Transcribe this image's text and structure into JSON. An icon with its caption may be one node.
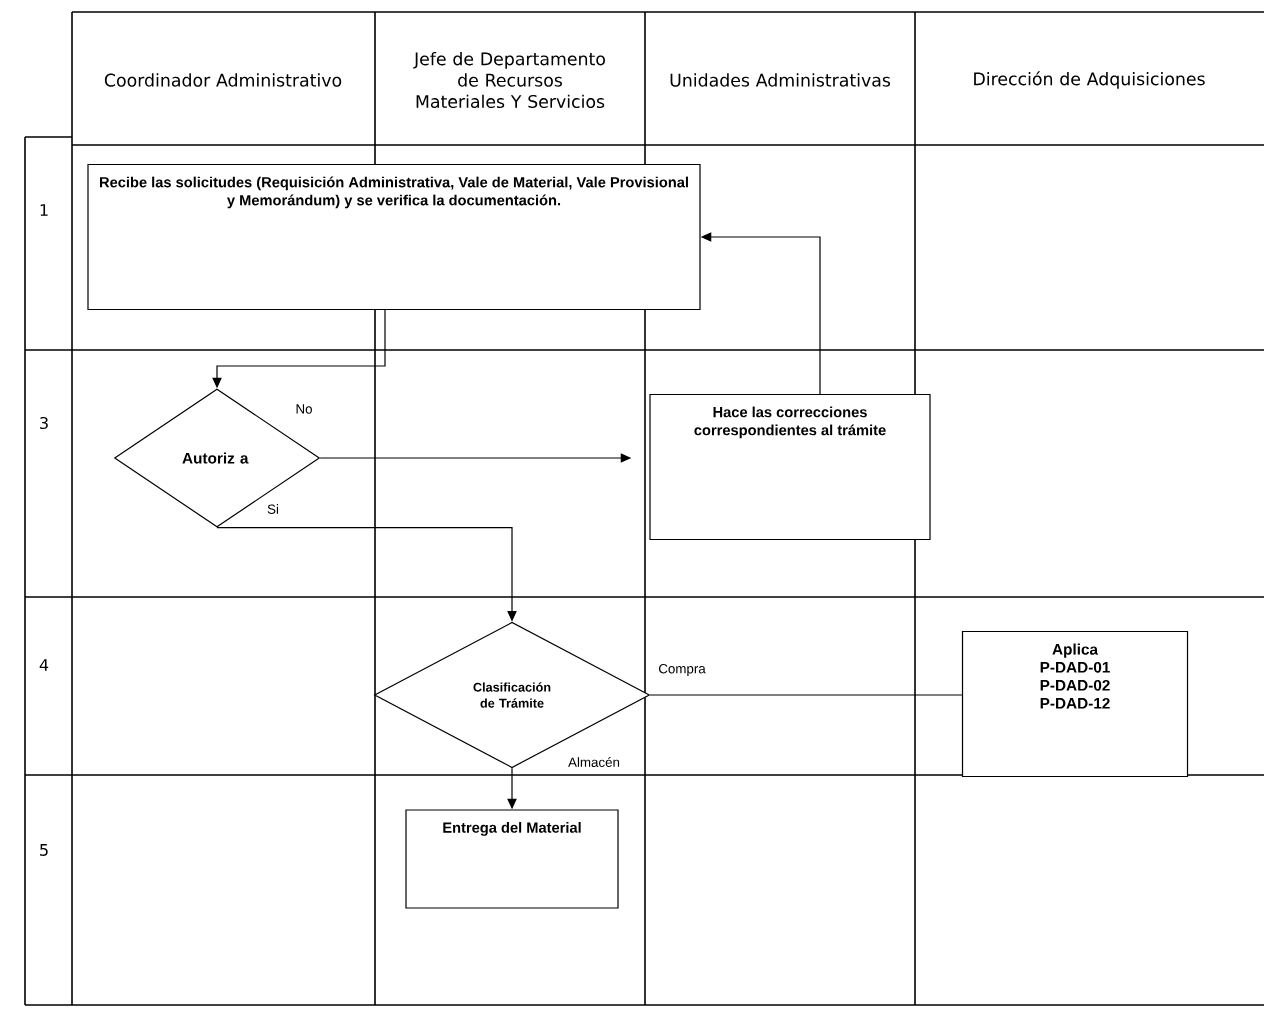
{
  "diagram": {
    "nodes": [
      {
        "text": [
          "Recibe las solicitudes (Requisición Administrativa, Vale de Material, Vale Provisional y Memorándum) y se verifica la documentación."
        ]
      },
      {
        "text": [
          "Autoriz a"
        ]
      },
      {
        "text": [
          "Hace las correcciones correspondientes al trámite"
        ]
      },
      {
        "text": [
          "Clasificación de Trámite"
        ]
      },
      {
        "text": [
          "Aplica P-DAD-01 P-DAD-02 P-DAD-12"
        ]
      },
      {
        "text": [
          "Entrega del Material"
        ]
      }
    ],
    "edges": [
      {
        "from": 0,
        "to": 1,
        "arrow": "to"
      },
      {
        "from": 1,
        "to": 2,
        "arrow": "to",
        "label": "No"
      },
      {
        "from": 2,
        "to": 0,
        "arrow": "to"
      },
      {
        "from": 1,
        "to": 3,
        "arrow": "to",
        "label": "Si"
      },
      {
        "from": 3,
        "to": 4,
        "arrow": "none",
        "label": "Compra"
      },
      {
        "from": 3,
        "to": 5,
        "arrow": "to",
        "label": "Almacén"
      }
    ],
    "labels": [
      "Coordinador Administrativo",
      "Jefe de Departamento de Recursos Materiales Y Servicios",
      "Unidades Administrativas",
      "Dirección de Adquisiciones",
      "1",
      "3",
      "4",
      "5"
    ]
  }
}
